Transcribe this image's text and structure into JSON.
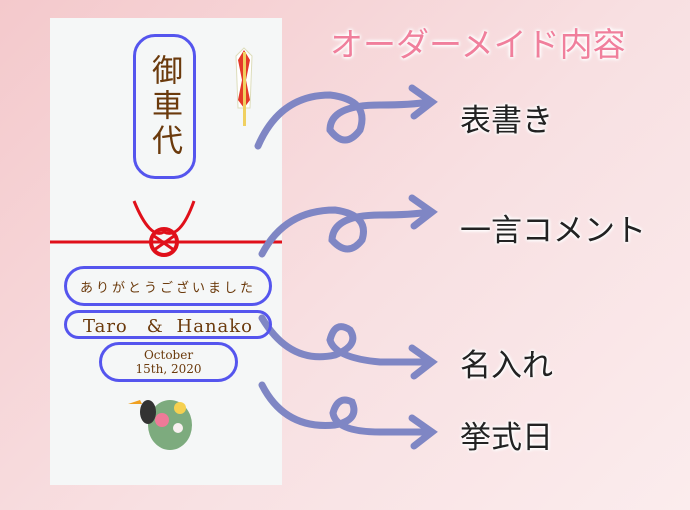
{
  "envelope": {
    "title": "御車代",
    "message": "ありがとうございました",
    "names": "Taro　& Hanako",
    "date_line1": "October",
    "date_line2": "15th, 2020"
  },
  "header": "オーダーメイド内容",
  "labels": [
    "表書き",
    "一言コメント",
    "名入れ",
    "挙式日"
  ],
  "colors": {
    "frame": "#5555ee",
    "text": "#6b3a0c",
    "arrow": "#7f86c4",
    "header": "#f07f9c",
    "cord": "#e0101a"
  }
}
